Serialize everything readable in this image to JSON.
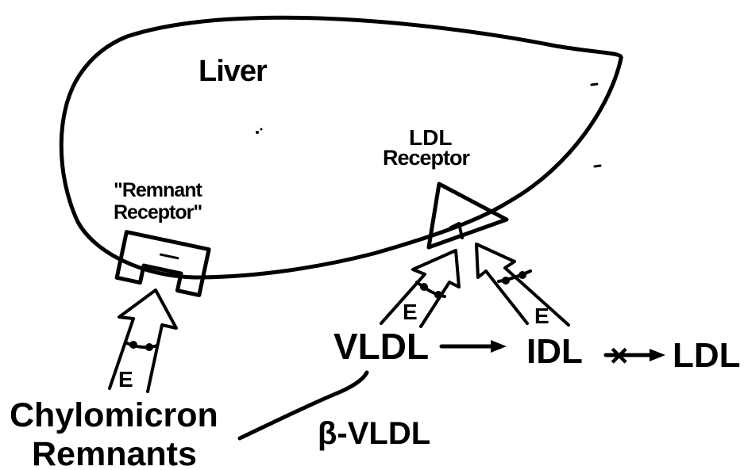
{
  "organ": {
    "label": "Liver"
  },
  "receptors": {
    "remnant_line1": "\"Remnant",
    "remnant_line2": "Receptor\"",
    "ldl_line1": "LDL",
    "ldl_line2": "Receptor"
  },
  "lipoproteins": {
    "vldl": "VLDL",
    "idl": "IDL",
    "ldl": "LDL",
    "chylo_line1": "Chylomicron",
    "chylo_line2": "Remnants",
    "beta_vldl": "β-VLDL"
  },
  "apo_labels": {
    "chylo_apo": "E",
    "vldl_apo": "E",
    "idl_apo": "E"
  },
  "blocked_marker": "×",
  "colors": {
    "ink": "#000000",
    "background": "#ffffff"
  }
}
